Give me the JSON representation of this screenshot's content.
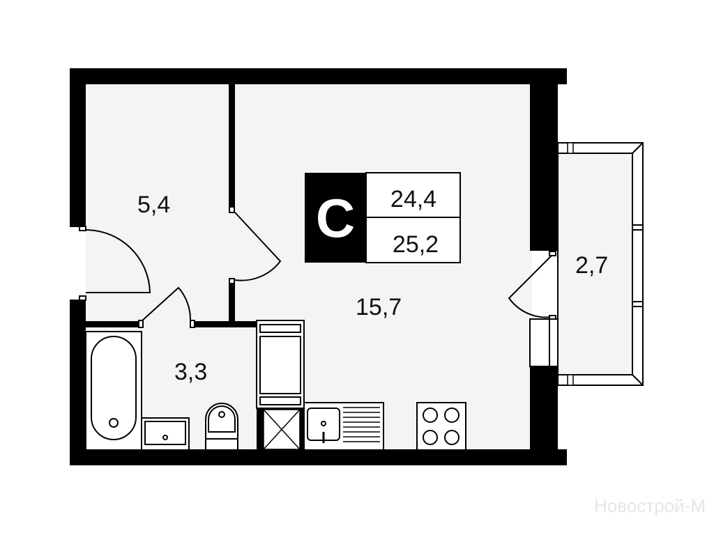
{
  "plan": {
    "type_letter": "С",
    "living_area": "24,4",
    "total_area": "25,2",
    "rooms": [
      {
        "name": "hallway",
        "area": "5,4"
      },
      {
        "name": "bathroom",
        "area": "3,3"
      },
      {
        "name": "living-room",
        "area": "15,7"
      },
      {
        "name": "balcony",
        "area": "2,7"
      }
    ]
  },
  "watermark": "Новострой-М",
  "colors": {
    "wall": "#000000",
    "floor": "#f4f4f4",
    "fixture": "#ffffff"
  }
}
